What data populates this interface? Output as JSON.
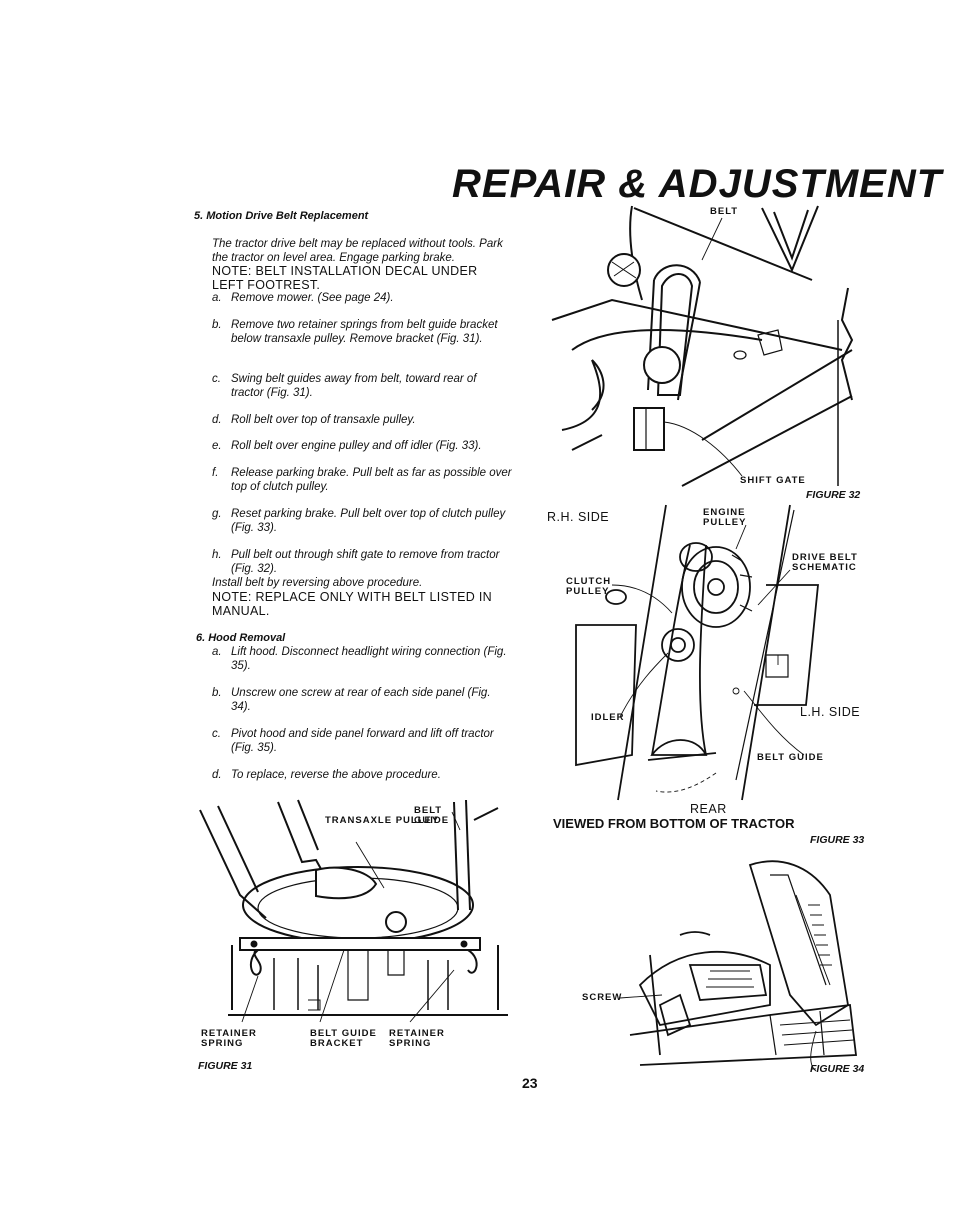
{
  "page": {
    "title": "REPAIR & ADJUSTMENT",
    "page_number": "23"
  },
  "section5": {
    "heading": "5. Motion Drive Belt Replacement",
    "intro": "The tractor drive belt may be replaced without tools. Park the tractor on level area. Engage parking brake.",
    "note": "NOTE: BELT INSTALLATION DECAL UNDER LEFT FOOTREST.",
    "steps": [
      {
        "letter": "a.",
        "text": "Remove mower. (See page 24)."
      },
      {
        "letter": "b.",
        "text": "Remove two retainer springs from belt guide bracket below transaxle pulley. Remove bracket (Fig. 31)."
      },
      {
        "letter": "c.",
        "text": "Swing belt guides away from belt, toward rear of tractor (Fig. 31)."
      },
      {
        "letter": "d.",
        "text": "Roll belt over top of transaxle pulley."
      },
      {
        "letter": "e.",
        "text": "Roll belt over engine pulley and off idler (Fig. 33)."
      },
      {
        "letter": "f.",
        "text": "Release parking brake. Pull belt as far as possible over top of clutch pulley."
      },
      {
        "letter": "g.",
        "text": "Reset parking brake. Pull belt over top of clutch pulley (Fig. 33)."
      },
      {
        "letter": "h.",
        "text": "Pull belt out through shift gate to remove from tractor (Fig. 32)."
      }
    ],
    "install": "Install belt by reversing above procedure.",
    "note2": "NOTE: REPLACE ONLY WITH BELT LISTED IN MANUAL."
  },
  "section6": {
    "heading": "6. Hood Removal",
    "steps": [
      {
        "letter": "a.",
        "text": "Lift hood. Disconnect headlight wiring connection (Fig. 35)."
      },
      {
        "letter": "b.",
        "text": "Unscrew one screw at rear of each side panel (Fig. 34)."
      },
      {
        "letter": "c.",
        "text": "Pivot hood and side panel forward and lift off tractor (Fig. 35)."
      },
      {
        "letter": "d.",
        "text": "To replace, reverse the above procedure."
      }
    ]
  },
  "figure31": {
    "caption": "FIGURE 31",
    "labels": {
      "transaxle_pulley": "TRANSAXLE PULLEY",
      "belt_guide_top": "BELT GUIDE",
      "retainer_spring_left": "RETAINER SPRING",
      "belt_guide_bracket": "BELT GUIDE BRACKET",
      "retainer_spring_right": "RETAINER SPRING"
    }
  },
  "figure32": {
    "caption": "FIGURE 32",
    "labels": {
      "belt": "BELT",
      "shift_gate": "SHIFT GATE"
    }
  },
  "figure33": {
    "caption": "FIGURE 33",
    "labels": {
      "rh_side": "R.H. SIDE",
      "engine_pulley": "ENGINE PULLEY",
      "drive_belt_schematic": "DRIVE BELT SCHEMATIC",
      "clutch_pulley": "CLUTCH PULLEY",
      "idler": "IDLER",
      "lh_side": "L.H. SIDE",
      "belt_guide": "BELT GUIDE",
      "rear": "REAR",
      "viewed_from": "VIEWED FROM BOTTOM OF TRACTOR"
    }
  },
  "figure34": {
    "caption": "FIGURE 34",
    "labels": {
      "screw": "SCREW"
    }
  }
}
